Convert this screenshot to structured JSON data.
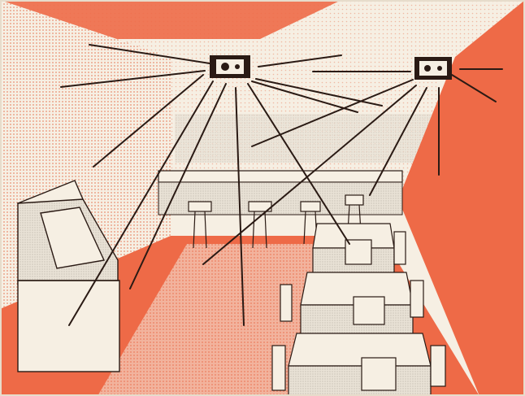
{
  "illustration": {
    "palette": {
      "paper": "#f6efe3",
      "accent": "#ee6a47",
      "accent_light": "#f4a68a",
      "ink": "#2a1a14"
    },
    "subjects": [
      "ceiling-speaker",
      "jukebox",
      "diner-counter",
      "bar-stool",
      "dining-table",
      "dining-chair"
    ],
    "speaker_count": 2
  }
}
